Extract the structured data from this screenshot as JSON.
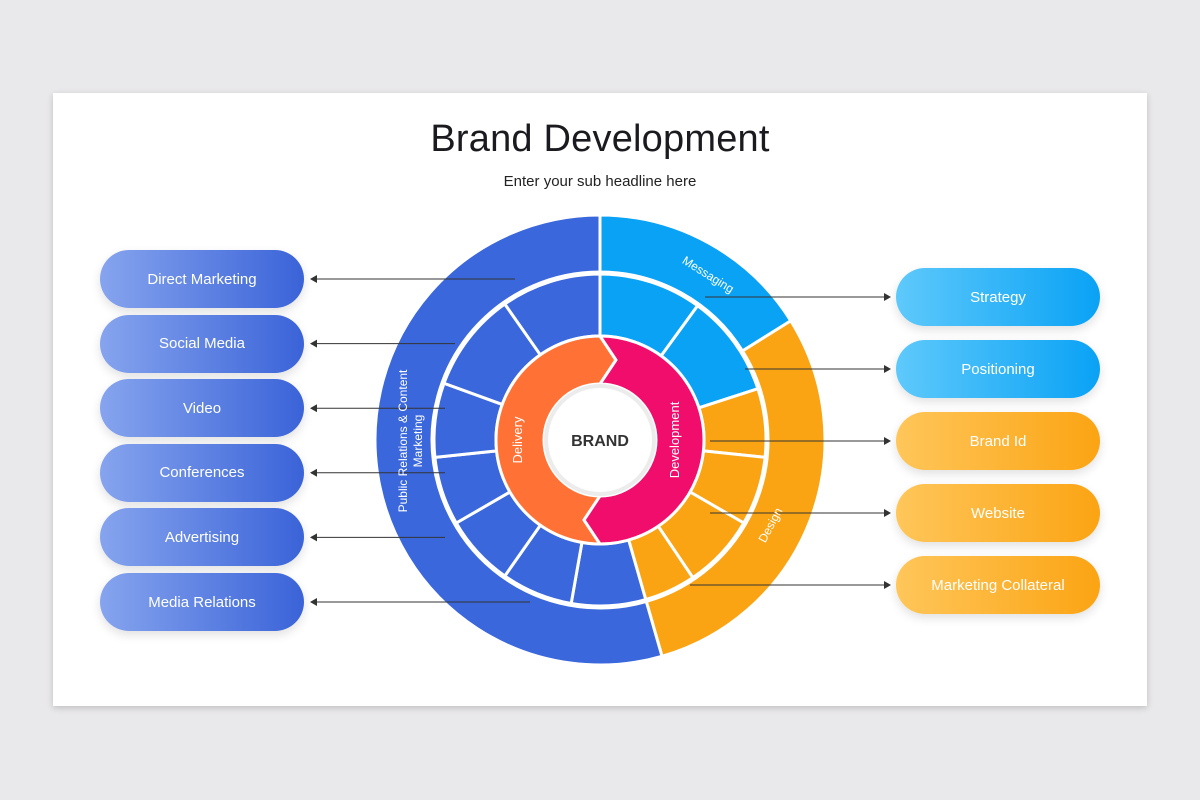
{
  "title": "Brand Development",
  "subtitle": "Enter your sub headline here",
  "center_label": "BRAND",
  "inner_labels": {
    "delivery": "Delivery",
    "development": "Development"
  },
  "outer_labels": {
    "pr": "Public Relations & Content Marketing",
    "pr_line1": "Public Relations & Content",
    "pr_line2": "Marketing",
    "messaging": "Messaging",
    "design": "Design"
  },
  "left_items": [
    "Direct Marketing",
    "Social Media",
    "Video",
    "Conferences",
    "Advertising",
    "Media Relations"
  ],
  "right_items": [
    "Strategy",
    "Positioning",
    "Brand Id",
    "Website",
    "Marketing Collateral"
  ],
  "colors": {
    "blue": "#3a67dc",
    "sky": "#0aa2f5",
    "orange": "#fba413",
    "coral": "#ff7134",
    "pink": "#f10d6b"
  }
}
